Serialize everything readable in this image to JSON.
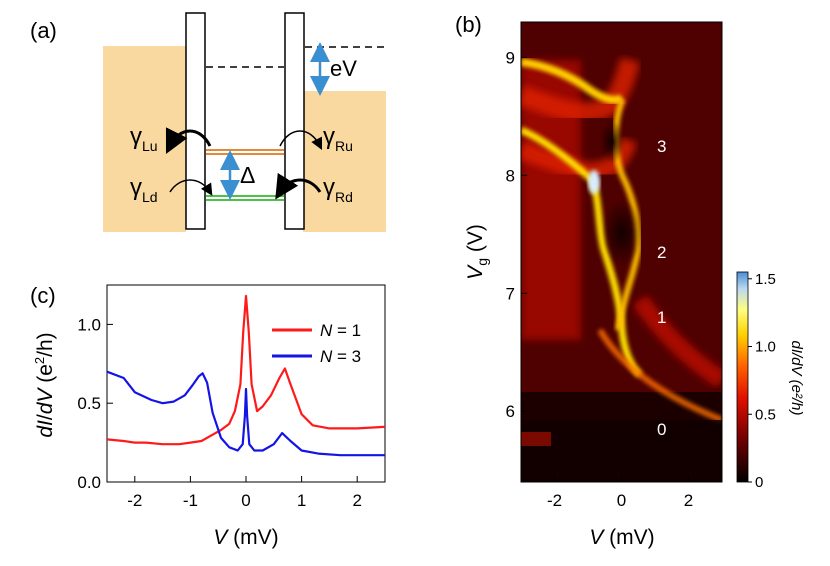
{
  "panels": {
    "a": {
      "label": "(a)"
    },
    "b": {
      "label": "(b)"
    },
    "c": {
      "label": "(c)"
    }
  },
  "schematic": {
    "ev_label": "eV",
    "delta_label": "Δ",
    "gammas": [
      {
        "main": "γ",
        "sub": "Lu"
      },
      {
        "main": "γ",
        "sub": "Ru"
      },
      {
        "main": "γ",
        "sub": "Ld"
      },
      {
        "main": "γ",
        "sub": "Rd"
      }
    ],
    "colors": {
      "lead": "#f9d9a0",
      "upper_level": "#e08a3a",
      "lower_level": "#4fc14a",
      "arrow_blue": "#3a8fd0"
    }
  },
  "map": {
    "xlabel_var": "V",
    "xlabel_unit": " (mV)",
    "ylabel_var": "V",
    "ylabel_sub": "g",
    "ylabel_unit": " (V)",
    "x_ticks": [
      "-2",
      "0",
      "2"
    ],
    "y_ticks": [
      "6",
      "7",
      "8",
      "9"
    ],
    "region_labels": [
      "0",
      "1",
      "2",
      "3"
    ],
    "colorbar": {
      "ticks": [
        "0",
        "0.5",
        "1.0",
        "1.5"
      ],
      "label": "dI/dV (e²/h)",
      "range": [
        0,
        1.55
      ]
    }
  },
  "chart_data": {
    "type": "line",
    "xlabel": "V (mV)",
    "ylabel": "dI/dV (e²/h)",
    "xlim": [
      -2.5,
      2.5
    ],
    "ylim": [
      0,
      1.25
    ],
    "x_ticks": [
      "-2",
      "-1",
      "0",
      "1",
      "2"
    ],
    "y_ticks": [
      "0.0",
      "0.5",
      "1.0"
    ],
    "legend_placement": "top-right",
    "series": [
      {
        "name": "N = 1",
        "color": "#ff1a1a",
        "x": [
          -2.5,
          -2.2,
          -2.0,
          -1.8,
          -1.5,
          -1.2,
          -1.0,
          -0.8,
          -0.6,
          -0.45,
          -0.3,
          -0.2,
          -0.1,
          -0.05,
          0.0,
          0.05,
          0.1,
          0.2,
          0.3,
          0.45,
          0.6,
          0.7,
          0.8,
          1.0,
          1.2,
          1.5,
          2.0,
          2.5
        ],
        "y": [
          0.27,
          0.26,
          0.25,
          0.25,
          0.24,
          0.24,
          0.25,
          0.26,
          0.3,
          0.33,
          0.37,
          0.45,
          0.62,
          0.95,
          1.18,
          0.95,
          0.62,
          0.45,
          0.48,
          0.55,
          0.66,
          0.72,
          0.62,
          0.43,
          0.36,
          0.34,
          0.34,
          0.35
        ]
      },
      {
        "name": "N = 3",
        "color": "#1414e6",
        "x": [
          -2.5,
          -2.2,
          -2.0,
          -1.7,
          -1.5,
          -1.3,
          -1.1,
          -0.95,
          -0.85,
          -0.78,
          -0.7,
          -0.6,
          -0.45,
          -0.3,
          -0.15,
          -0.06,
          -0.02,
          0.0,
          0.02,
          0.06,
          0.15,
          0.3,
          0.5,
          0.65,
          0.8,
          1.0,
          1.3,
          1.7,
          2.0,
          2.5
        ],
        "y": [
          0.7,
          0.66,
          0.57,
          0.52,
          0.5,
          0.51,
          0.55,
          0.62,
          0.67,
          0.69,
          0.63,
          0.44,
          0.28,
          0.22,
          0.2,
          0.24,
          0.42,
          0.59,
          0.42,
          0.24,
          0.2,
          0.2,
          0.24,
          0.31,
          0.26,
          0.2,
          0.18,
          0.17,
          0.17,
          0.17
        ]
      }
    ]
  }
}
